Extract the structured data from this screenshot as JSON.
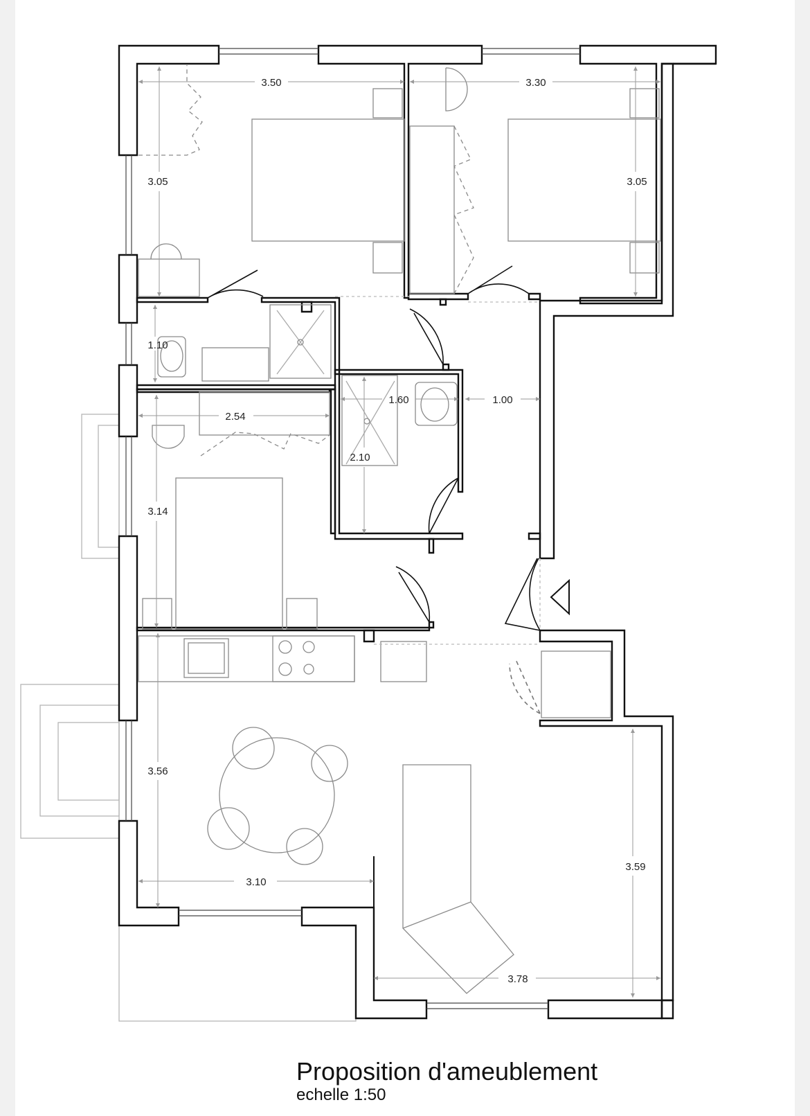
{
  "drawing": {
    "title": "Proposition d'ameublement",
    "scale": "echelle 1:50"
  },
  "dimensions": [
    {
      "id": "bedroom1-width",
      "label": "3.50"
    },
    {
      "id": "bedroom1-depth",
      "label": "3.05"
    },
    {
      "id": "bedroom2-width",
      "label": "3.30"
    },
    {
      "id": "bedroom2-depth",
      "label": "3.05"
    },
    {
      "id": "wc-depth",
      "label": "1.10"
    },
    {
      "id": "shower-room-width",
      "label": "1.60"
    },
    {
      "id": "hall-width",
      "label": "1.00"
    },
    {
      "id": "bedroom3-width",
      "label": "2.54"
    },
    {
      "id": "shower-room-depth",
      "label": "2.10"
    },
    {
      "id": "bedroom3-depth",
      "label": "3.14"
    },
    {
      "id": "kitchen-depth",
      "label": "3.56"
    },
    {
      "id": "kitchen-width",
      "label": "3.10"
    },
    {
      "id": "living-depth",
      "label": "3.59"
    },
    {
      "id": "living-width",
      "label": "3.78"
    }
  ],
  "colors": {
    "wall": "#111111",
    "furniture": "#8a8a8a",
    "dimension": "#9a9a9a",
    "text": "#222222"
  }
}
